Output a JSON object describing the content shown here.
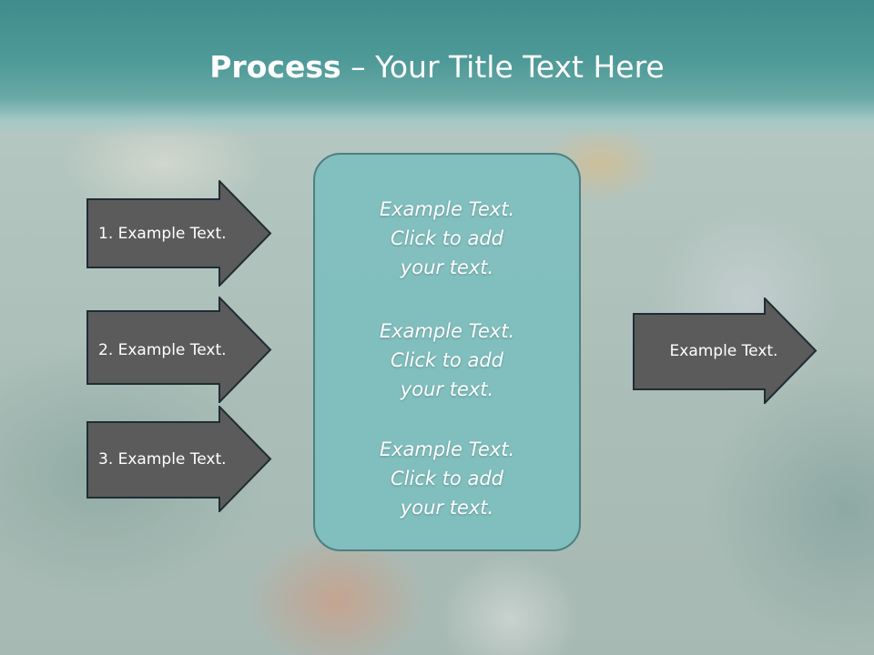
{
  "title": {
    "bold": "Process",
    "rest": " – Your Title Text Here"
  },
  "left_arrows": [
    {
      "label": "1. Example Text."
    },
    {
      "label": "2. Example Text."
    },
    {
      "label": "3. Example Text."
    }
  ],
  "right_arrow": {
    "label": "Example Text."
  },
  "panel": {
    "blocks": [
      {
        "lines": [
          "Example Text.",
          "Click  to add",
          "your text."
        ]
      },
      {
        "lines": [
          "Example Text.",
          "Click  to add",
          "your text."
        ]
      },
      {
        "lines": [
          "Example Text.",
          "Click  to add",
          "your text."
        ]
      }
    ]
  },
  "colors": {
    "banner": "#4e9a98",
    "arrow_fill": "#5b5b5b",
    "arrow_stroke": "#1f2d33",
    "panel_fill": "#7ebebe",
    "panel_border": "#4e7f80"
  }
}
